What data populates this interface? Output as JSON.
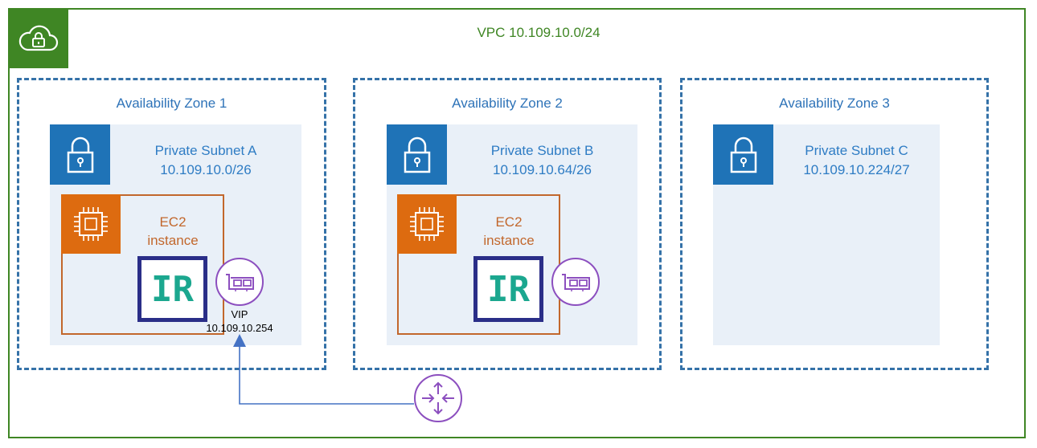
{
  "vpc": {
    "title": "VPC 10.109.10.0/24",
    "icon": "cloud-lock-icon",
    "color": "#3f8624"
  },
  "zones": [
    {
      "title": "Availability Zone 1",
      "subnet": {
        "name": "Private Subnet A",
        "cidr": "10.109.10.0/26"
      },
      "instance": {
        "label_line1": "EC2",
        "label_line2": "instance",
        "app_label": "IR"
      },
      "vip": {
        "label": "VIP",
        "address": "10.109.10.254"
      }
    },
    {
      "title": "Availability Zone 2",
      "subnet": {
        "name": "Private Subnet B",
        "cidr": "10.109.10.64/26"
      },
      "instance": {
        "label_line1": "EC2",
        "label_line2": "instance",
        "app_label": "IR"
      }
    },
    {
      "title": "Availability Zone 3",
      "subnet": {
        "name": "Private Subnet C",
        "cidr": "10.109.10.224/27"
      }
    }
  ],
  "colors": {
    "zone_border": "#3572a8",
    "subnet_fill": "#e9f0f8",
    "subnet_badge": "#1f73b7",
    "ec2_border": "#c2672c",
    "ec2_badge": "#dd6b10",
    "ir_border": "#2a2e88",
    "ir_text": "#1ba78f",
    "network": "#8c4fbf",
    "connector": "#4472c4"
  },
  "icons": {
    "subnet": "padlock-icon",
    "ec2": "processor-chip-icon",
    "eni": "network-interface-card-icon",
    "router": "router-icon"
  }
}
